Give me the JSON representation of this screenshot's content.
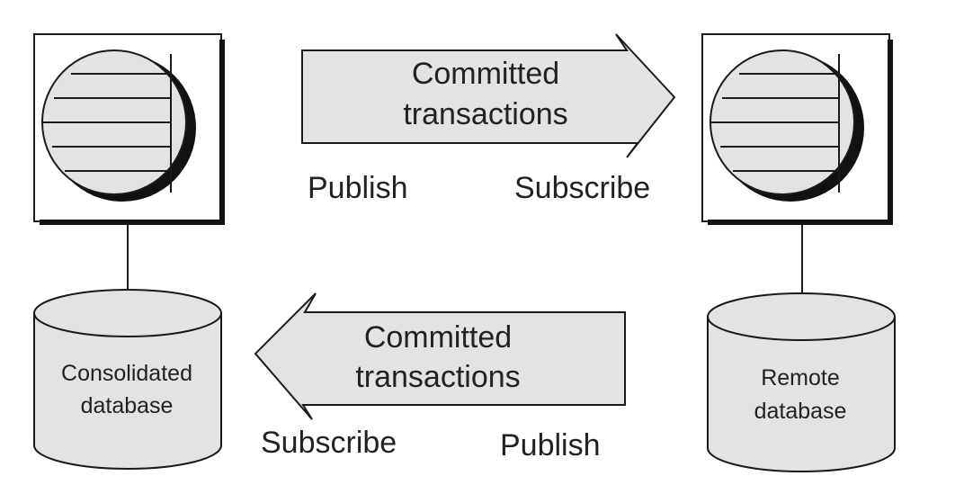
{
  "top_arrow": {
    "line1": "Committed",
    "line2": "transactions"
  },
  "bottom_arrow": {
    "line1": "Committed",
    "line2": "transactions"
  },
  "top_labels": {
    "left": "Publish",
    "right": "Subscribe"
  },
  "bottom_labels": {
    "left": "Subscribe",
    "right": "Publish"
  },
  "left_db": {
    "line1": "Consolidated",
    "line2": "database"
  },
  "right_db": {
    "line1": "Remote",
    "line2": "database"
  },
  "colors": {
    "fill": "#e3e3e3",
    "stroke": "#1a1a1a",
    "shadow": "#111111"
  }
}
